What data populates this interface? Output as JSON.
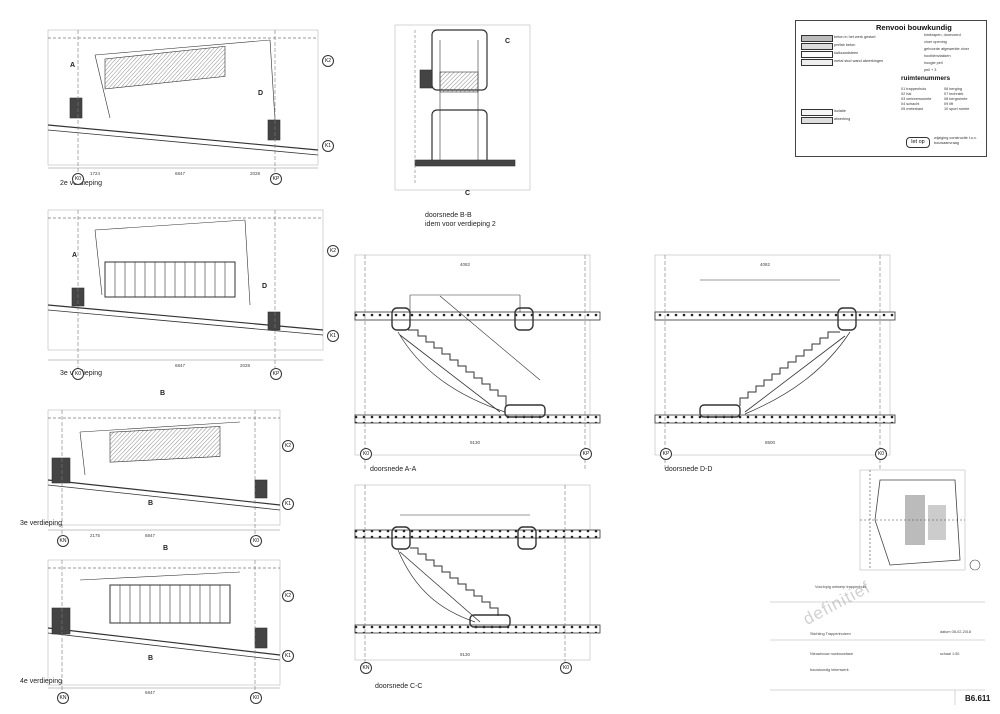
{
  "views": {
    "plan_2e": "2e verdieping",
    "plan_3e_a": "3e verdieping",
    "plan_3e_b": "3e verdieping",
    "plan_4e": "4e verdieping",
    "section_bb_title": "doorsnede B-B",
    "section_bb_note": "idem voor verdieping 2",
    "section_aa": "doorsnede A-A",
    "section_dd": "doorsnede D-D",
    "section_cc": "doorsnede C-C"
  },
  "grid": {
    "k0": "K0",
    "k1": "K1",
    "k2": "K2",
    "kn": "KN",
    "kp": "KP"
  },
  "dims": {
    "a": "1724",
    "b": "6847",
    "c": "2028",
    "d": "9130",
    "e": "4082",
    "f": "8500",
    "g": "2175"
  },
  "section_marks": {
    "a": "A",
    "b": "B",
    "c": "C",
    "d": "D"
  },
  "legend": {
    "title": "Renvooi bouwkundig",
    "left_items": [
      "beton in het werk gestort",
      "prefab beton",
      "kalkzandsteen",
      "metal stud wand afwerkingen",
      "isolatie",
      "afwerking"
    ],
    "right_items": [
      "kimkrapen, doorvoerd",
      "vloer opening",
      "gehoorde afgewerkte vloer",
      "hoofdenvlakken",
      "hoogte peil",
      "peil + 3"
    ],
    "ruimte_title": "ruimtenummers",
    "ruimte_rows": [
      "01 trappenhuis",
      "02 hal",
      "03 verkeersruimte",
      "04 schacht",
      "05 meterkast",
      "06 berging",
      "07 techniek",
      "08 bergruimte",
      "09 lift",
      "10 sport ruimte"
    ],
    "letop": "let op",
    "letop_note": "wijziging constructie t.o.v. bouwaanvraag"
  },
  "titleblock": {
    "lines": [
      "Voorlopig ontwerp trappenhuis",
      "Stichting Trappenhuizen",
      "Nieuwbouw ruwbouwfase",
      "bouwkundig tekenwerk",
      "schaal 1:50",
      "datum 08-02-2018"
    ],
    "sheet_no": "B6.611",
    "watermark": "definitief"
  }
}
